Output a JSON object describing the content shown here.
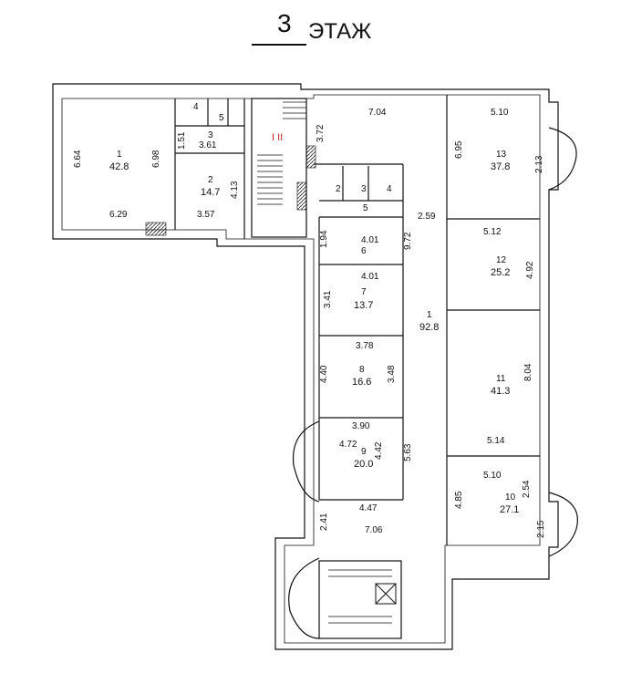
{
  "title": {
    "number": "3",
    "word": "ЭТАЖ"
  },
  "rooms": [
    {
      "id": "wl1",
      "number": "1",
      "area": "42.8"
    },
    {
      "id": "wl2",
      "number": "2",
      "area": "14.7"
    },
    {
      "id": "wl3",
      "number": "3",
      "area": ""
    },
    {
      "id": "wl4",
      "number": "4",
      "area": ""
    },
    {
      "id": "wl5",
      "number": "5",
      "area": ""
    },
    {
      "id": "c1",
      "number": "1",
      "area": "92.8"
    },
    {
      "id": "c2",
      "number": "2",
      "area": ""
    },
    {
      "id": "c3",
      "number": "3",
      "area": ""
    },
    {
      "id": "c4",
      "number": "4",
      "area": ""
    },
    {
      "id": "c5",
      "number": "5",
      "area": ""
    },
    {
      "id": "c6",
      "number": "6",
      "area": ""
    },
    {
      "id": "c7",
      "number": "7",
      "area": "13.7"
    },
    {
      "id": "c8",
      "number": "8",
      "area": "16.6"
    },
    {
      "id": "c9",
      "number": "9",
      "area": "20.0"
    },
    {
      "id": "r13",
      "number": "13",
      "area": "37.8"
    },
    {
      "id": "r12",
      "number": "12",
      "area": "25.2"
    },
    {
      "id": "r11",
      "number": "11",
      "area": "41.3"
    },
    {
      "id": "r10",
      "number": "10",
      "area": "27.1"
    }
  ],
  "dimensions": [
    "6.64",
    "6.98",
    "6.29",
    "1.51",
    "3.61",
    "4.13",
    "3.57",
    "7.04",
    "3.72",
    "2.59",
    "9.72",
    "1.94",
    "4.01",
    "4.01",
    "3.41",
    "3.78",
    "4.40",
    "3.48",
    "3.90",
    "4.72",
    "4.42",
    "5.63",
    "4.47",
    "2.41",
    "7.06",
    "5.10",
    "6.95",
    "2.13",
    "5.12",
    "4.92",
    "8.04",
    "5.14",
    "5.10",
    "4.85",
    "2.54",
    "2.15"
  ],
  "stair_marks": "I II"
}
